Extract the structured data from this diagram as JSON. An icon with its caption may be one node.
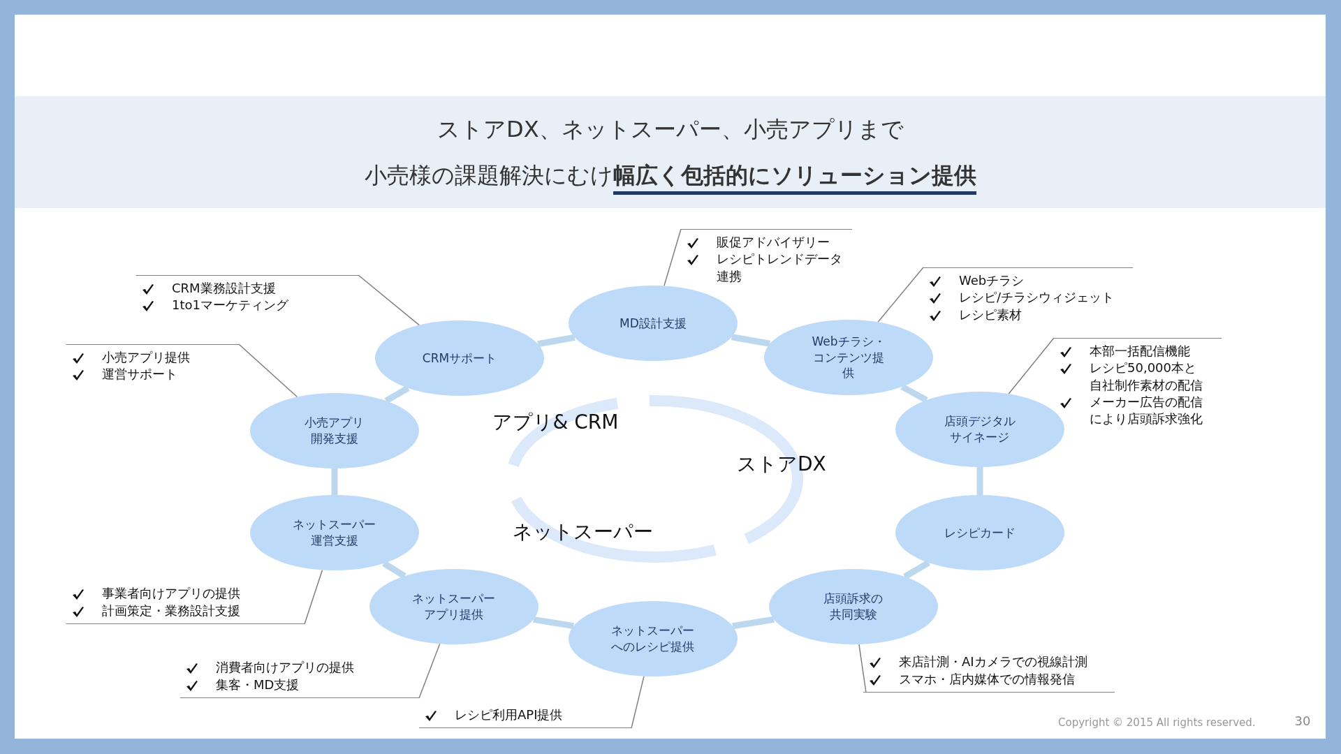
{
  "diagram": {
    "nodes": [
      {
        "text": [
          "MD設計支援"
        ]
      },
      {
        "text": [
          "Webチラシ・コンテンツ提供"
        ]
      },
      {
        "text": [
          "店頭デジタルサイネージ"
        ]
      },
      {
        "text": [
          "レシピカード"
        ]
      },
      {
        "text": [
          "店頭訴求の共同実験"
        ]
      },
      {
        "text": [
          "ネットスーパーへのレシピ提供"
        ]
      },
      {
        "text": [
          "ネットスーパーアプリ提供"
        ]
      },
      {
        "text": [
          "ネットスーパー運営支援"
        ]
      },
      {
        "text": [
          "小売アプリ開発支援"
        ]
      },
      {
        "text": [
          "CRMサポート"
        ]
      },
      {
        "text": [
          "販促アドバイザリー",
          "レシピトレンドデータ連携"
        ]
      },
      {
        "text": [
          "Webチラシ",
          "レシピ/チラシウィジェット",
          "レシピ素材"
        ]
      },
      {
        "text": [
          "本部一括配信機能",
          "レシピ50,000本と自社制作素材の配信",
          "メーカー広告の配信により店頭訴求強化"
        ]
      },
      {
        "text": [
          "CRM業務設計支援",
          "1to1マーケティング"
        ]
      },
      {
        "text": [
          "小売アプリ提供",
          "運営サポート"
        ]
      },
      {
        "text": [
          "事業者向けアプリの提供",
          "計画策定・業務設計支援"
        ]
      },
      {
        "text": [
          "消費者向けアプリの提供",
          "集客・MD支援"
        ]
      },
      {
        "text": [
          "レシピ利用API提供"
        ]
      },
      {
        "text": [
          "来店計測・AIカメラでの視線計測",
          "スマホ・店内媒体での情報発信"
        ]
      }
    ],
    "edges": [
      {
        "from": 0,
        "to": 1,
        "arrow": "none"
      },
      {
        "from": 1,
        "to": 2,
        "arrow": "none"
      },
      {
        "from": 2,
        "to": 3,
        "arrow": "none"
      },
      {
        "from": 3,
        "to": 4,
        "arrow": "none"
      },
      {
        "from": 4,
        "to": 5,
        "arrow": "none"
      },
      {
        "from": 5,
        "to": 6,
        "arrow": "none"
      },
      {
        "from": 6,
        "to": 7,
        "arrow": "none"
      },
      {
        "from": 7,
        "to": 8,
        "arrow": "none"
      },
      {
        "from": 8,
        "to": 9,
        "arrow": "none"
      },
      {
        "from": 9,
        "to": 0,
        "arrow": "none"
      },
      {
        "from": 0,
        "to": 10,
        "arrow": "none",
        "color": "#808080"
      },
      {
        "from": 1,
        "to": 11,
        "arrow": "none",
        "color": "#808080"
      },
      {
        "from": 2,
        "to": 12,
        "arrow": "none",
        "color": "#808080"
      },
      {
        "from": 9,
        "to": 13,
        "arrow": "none",
        "color": "#808080"
      },
      {
        "from": 8,
        "to": 14,
        "arrow": "none",
        "color": "#808080"
      },
      {
        "from": 7,
        "to": 15,
        "arrow": "none",
        "color": "#808080"
      },
      {
        "from": 6,
        "to": 16,
        "arrow": "none",
        "color": "#808080"
      },
      {
        "from": 5,
        "to": 17,
        "arrow": "none",
        "color": "#808080"
      },
      {
        "from": 4,
        "to": 18,
        "arrow": "none",
        "color": "#808080"
      }
    ],
    "labels": [
      "ストアDX、ネットスーパー、小売アプリまで",
      "小売様の課題解決にむけ**幅広く包括的にソリューション提供**",
      "アプリ& CRM",
      "ストアDX",
      "ネットスーパー",
      "Copyright © 2015 All rights reserved.",
      "30"
    ]
  }
}
